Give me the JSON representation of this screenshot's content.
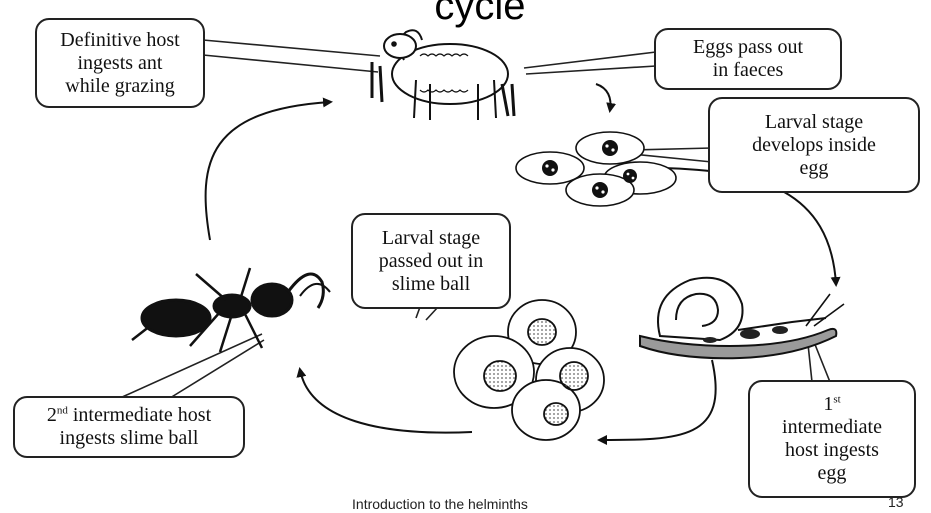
{
  "slide": {
    "title_fragment": "cycle",
    "footer": "Introduction to the helminths",
    "page_number": "13"
  },
  "callouts": {
    "definitive_host": {
      "line1": "Definitive host",
      "line2": "ingests ant",
      "line3": "while grazing"
    },
    "eggs_pass": {
      "line1": "Eggs pass out",
      "line2": "in faeces"
    },
    "larval_develops": {
      "line1": "Larval stage",
      "line2": "develops inside",
      "line3": "egg"
    },
    "slime_ball": {
      "line1": "Larval stage",
      "line2": "passed out in",
      "line3": "slime ball"
    },
    "second_host": {
      "prefix": "2",
      "superscript": "nd",
      "line1_rest": " intermediate host",
      "line2": "ingests slime ball"
    },
    "first_host": {
      "prefix": "1",
      "superscript": "st",
      "line2": "intermediate",
      "line3": "host ingests",
      "line4": "egg"
    }
  },
  "illustrations": {
    "sheep": "sheep-icon",
    "eggs": "egg-cluster-icon",
    "snail": "snail-icon",
    "slime_ball": "slime-ball-icon",
    "ant": "ant-icon"
  },
  "colors": {
    "stroke": "#111111",
    "egg_dot": "#888888",
    "snail_body": "#9a9a9a"
  }
}
